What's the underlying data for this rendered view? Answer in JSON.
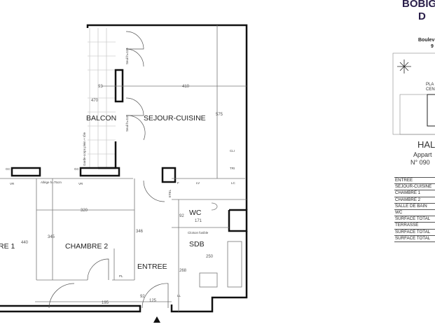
{
  "header": {
    "title_line1": "BOBIG",
    "title_line2": "D",
    "address_line1": "Boulev",
    "address_line2": "9"
  },
  "location_map": {
    "compass": "north-compass-icon",
    "label_line1": "PLA",
    "label_line2": "CEN"
  },
  "unit": {
    "building": "HAL",
    "type": "Appart",
    "number": "N° 090"
  },
  "surface_table": [
    "ENTREE",
    "SEJOUR-CUISINE",
    "CHAMBRE 1",
    "CHAMBRE 2",
    "SALLE DE BAIN",
    "WC",
    "SURFACE TOTAL",
    "TERRASSE",
    "SURFACE TOTAL",
    "SURFACE TOTAL"
  ],
  "plan": {
    "rooms": {
      "balcon": "BALCON",
      "sejour": "SEJOUR-CUISINE",
      "chambre1": "RE 1",
      "chambre2": "CHAMBRE 2",
      "entree": "ENTREE",
      "wc": "WC",
      "sdb": "SDB"
    },
    "dimensions": {
      "balcon_width": "93",
      "sejour_width": "410",
      "balcon_length": "470",
      "sejour_depth": "575",
      "chambre2_width": "320",
      "chambre2_depth": "345",
      "chambre1_depth": "440",
      "entree_depth": "346",
      "wc_width": "171",
      "wc_depth": "92",
      "sdb_width": "250",
      "sdb_depth": "268",
      "entree_door": "92",
      "entree_width": "125",
      "corridor_width": "195"
    },
    "annotations": {
      "cli": "CLI",
      "tri": "TRI",
      "etel": "ETEL",
      "f": "F",
      "lv": "LV",
      "lc": "LC",
      "ll": "LL",
      "pl": "PL",
      "cloison": "Cloison fusible",
      "allege": "Allège h=75cm",
      "garde_corps": "Garde-corps plein + tôle",
      "seuil": "Seuil h=110",
      "vr": "VR",
      "gc": "GC"
    }
  }
}
